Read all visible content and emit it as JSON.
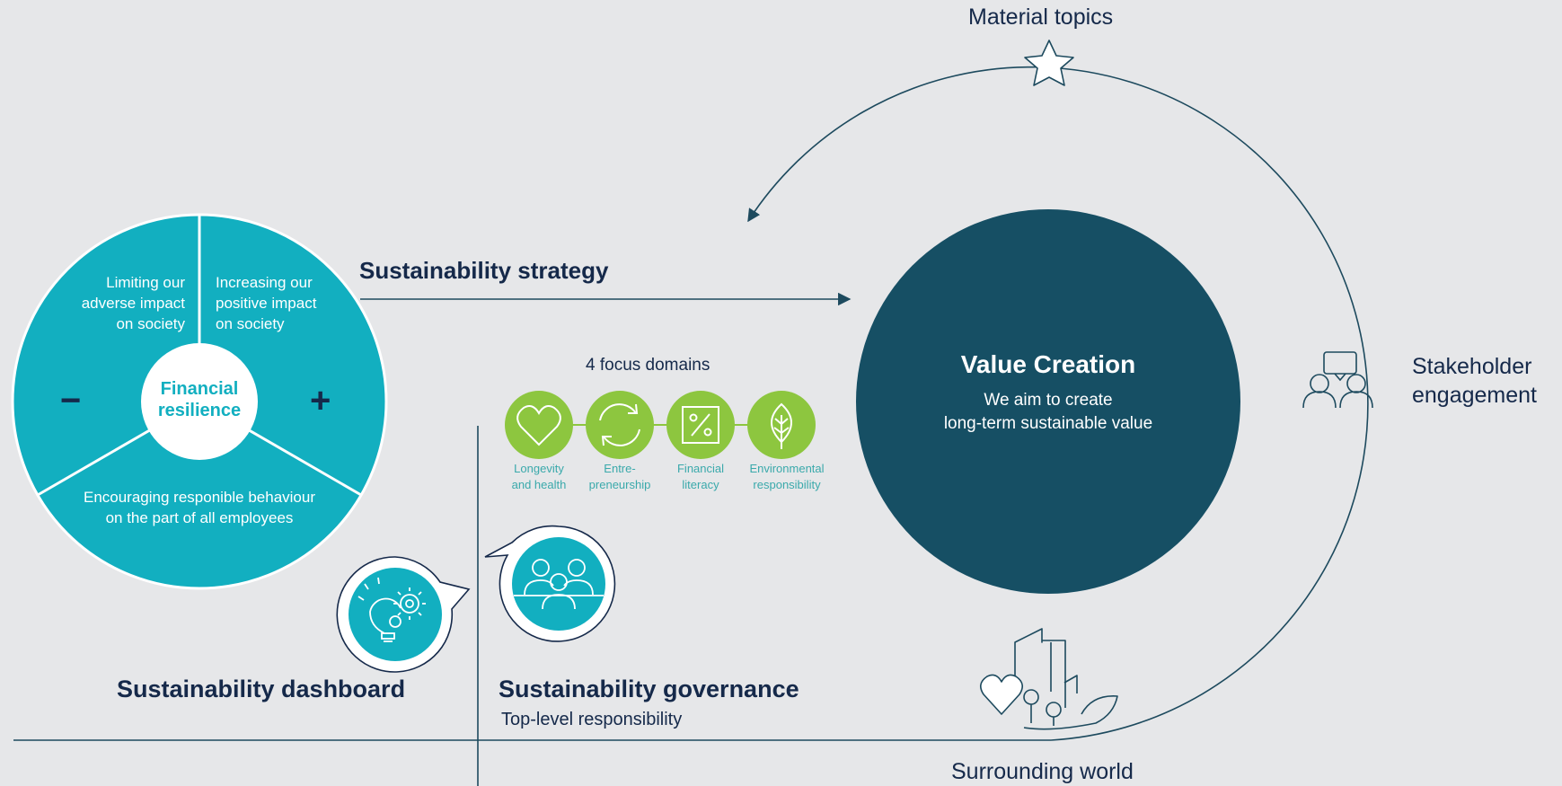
{
  "colors": {
    "background": "#e6e7e9",
    "teal": "#12afc0",
    "navy": "#15294a",
    "dark_teal": "#164f64",
    "green": "#8dc63f",
    "line": "#1d4a5e"
  },
  "resilience_wheel": {
    "left_segment": "Limiting our\nadverse impact\non society",
    "right_segment": "Increasing our\npositive impact\non society",
    "bottom_segment": "Encouraging responible behaviour\non the part of all employees",
    "center": "Financial\nresilience",
    "minus_sign": "−",
    "plus_sign": "+"
  },
  "strategy_label": "Sustainability strategy",
  "focus": {
    "title": "4 focus domains",
    "domains": [
      {
        "label": "Longevity\nand health",
        "icon": "heart-icon"
      },
      {
        "label": "Entre-\npreneurship",
        "icon": "cycle-arrows-icon"
      },
      {
        "label": "Financial\nliteracy",
        "icon": "percent-icon"
      },
      {
        "label": "Environmental\nresponsibility",
        "icon": "leaf-icon"
      }
    ]
  },
  "value_creation": {
    "title": "Value Creation",
    "subtitle": "We aim to create\nlong-term sustainable value"
  },
  "cycle": {
    "material_topics": "Material topics",
    "stakeholder_engagement": "Stakeholder\nengagement",
    "surrounding_world": "Surrounding world"
  },
  "dashboard_label": "Sustainability dashboard",
  "governance": {
    "title": "Sustainability governance",
    "subtitle": "Top-level responsibility"
  }
}
